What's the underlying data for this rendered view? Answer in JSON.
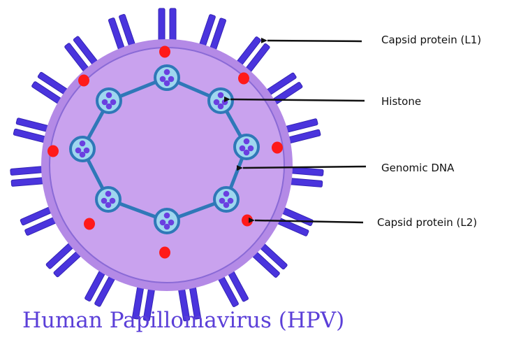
{
  "title": "Human Papillomavirus (HPV)",
  "labels": {
    "capsid_l1": "Capsid protein (L1)",
    "histone": "Histone",
    "genomic_dna": "Genomic DNA",
    "capsid_l2": "Capsid protein (L2)"
  },
  "colors": {
    "title": "#5b3fd8",
    "capsomere": "#4a34dd",
    "capsomere_stroke": "#3323b5",
    "outer_layer": "#b48ae6",
    "inner_core": "#c9a2ee",
    "inner_stroke": "#8a6ad6",
    "l2_dot": "#ff1a1a",
    "dna_strand": "#2f78b8",
    "histone_fill": "#9fd6ef",
    "histone_beads": "#6a3fe0",
    "arrow": "#111111"
  }
}
